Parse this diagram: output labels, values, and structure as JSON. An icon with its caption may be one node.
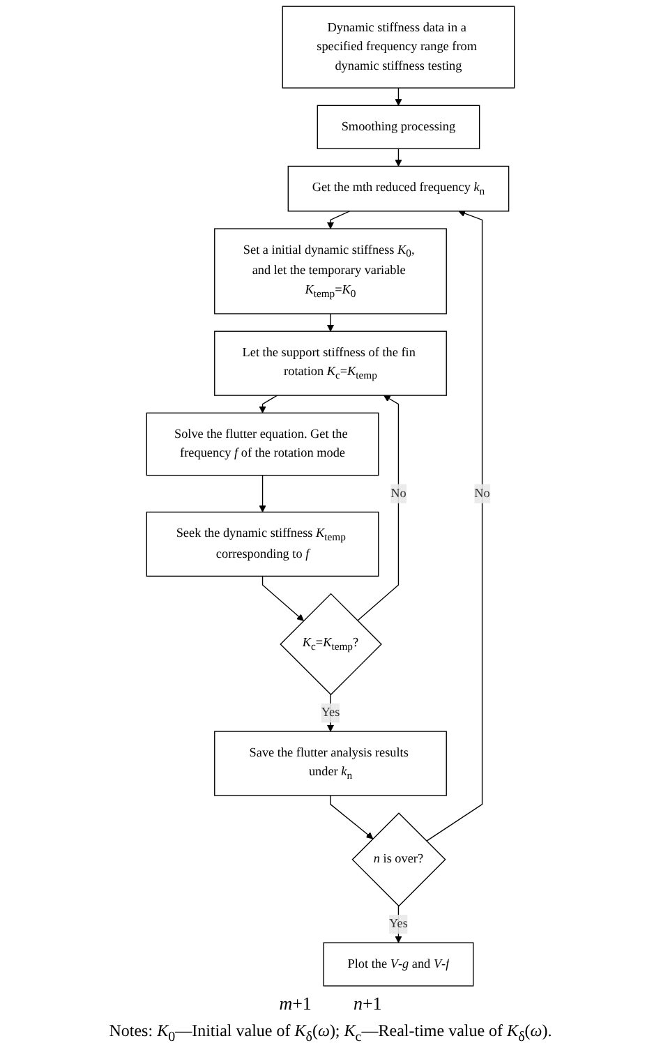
{
  "diagram": {
    "caption": "Notes: *K*$_{0}$—Initial value of *K*$_{δ}$(*ω*); *K*$_{c}$—Real-time value of *K*$_{δ}$(*ω*).",
    "nodes": [
      {
        "text": [
          "Dynamic stiffness data in a specified frequency range from dynamic stiffness testing"
        ]
      },
      {
        "text": [
          "Smoothing processing"
        ]
      },
      {
        "text": [
          "Get the mth reduced frequency *k*$_{n}$"
        ]
      },
      {
        "text": [
          "Set a initial dynamic stiffness *K*$_{0}$, and let the temporary variable *K*$_{temp}$=*K*$_{0}$"
        ]
      },
      {
        "text": [
          "Let the support stiffness of the fin rotation *K*$_{c}$=*K*$_{temp}$"
        ]
      },
      {
        "text": [
          "Solve the flutter equation. Get the frequency *f* of the rotation mode"
        ]
      },
      {
        "text": [
          "Seek the dynamic stiffness *K*$_{temp}$ corresponding to *f*"
        ]
      },
      {
        "text": [
          "*K*$_{c}$=*K*$_{temp}$?"
        ]
      },
      {
        "text": [
          "Save the flutter analysis results under *k*$_{n}$"
        ]
      },
      {
        "text": [
          "*n* is over?"
        ]
      },
      {
        "text": [
          "Plot the *V*-*g* and *V*-*f*"
        ]
      }
    ],
    "edges": [
      {
        "from": 0,
        "to": 1,
        "arrow": "to"
      },
      {
        "from": 1,
        "to": 2,
        "arrow": "to"
      },
      {
        "from": 2,
        "to": 3,
        "arrow": "to"
      },
      {
        "from": 3,
        "to": 4,
        "arrow": "to"
      },
      {
        "from": 4,
        "to": 5,
        "arrow": "to"
      },
      {
        "from": 5,
        "to": 6,
        "arrow": "to"
      },
      {
        "from": 6,
        "to": 7,
        "arrow": "to"
      },
      {
        "from": 7,
        "to": 4,
        "arrow": "to",
        "label": "No"
      },
      {
        "from": 7,
        "to": 8,
        "arrow": "to",
        "label": "Yes"
      },
      {
        "from": 8,
        "to": 9,
        "arrow": "to"
      },
      {
        "from": 9,
        "to": 2,
        "arrow": "to",
        "label": "No"
      },
      {
        "from": 9,
        "to": 10,
        "arrow": "to",
        "label": "Yes"
      }
    ],
    "labels": [
      "*m*+1",
      "*n*+1"
    ]
  }
}
